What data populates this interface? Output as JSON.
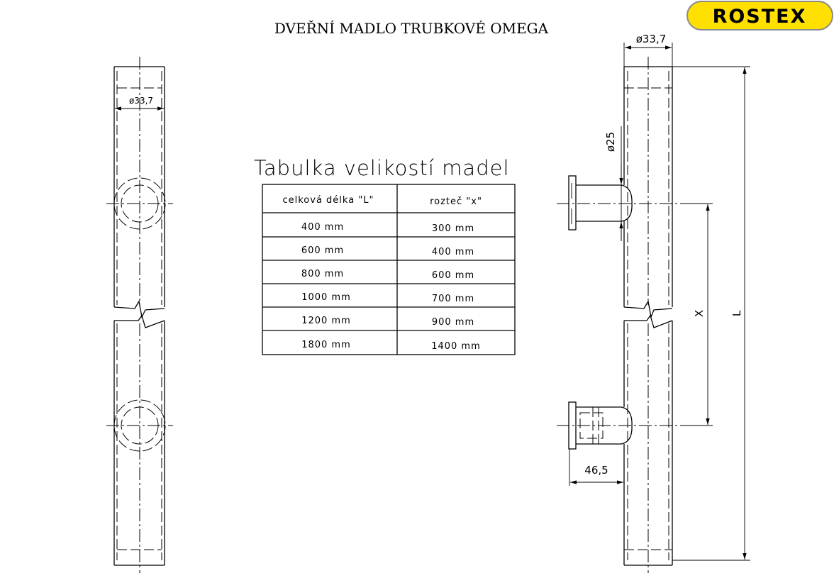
{
  "title": "DVEŘNÍ MADLO TRUBKOVÉ OMEGA",
  "logo": {
    "text": "ROSTEX",
    "bg": "#ffe000",
    "fg": "#000000"
  },
  "table": {
    "title": "Tabulka velikostí madel",
    "headers": [
      "celková délka \"L\"",
      "rozteč \"x\""
    ],
    "rows": [
      [
        "400 mm",
        "300 mm"
      ],
      [
        "600 mm",
        "400 mm"
      ],
      [
        "800 mm",
        "600 mm"
      ],
      [
        "1000 mm",
        "700 mm"
      ],
      [
        "1200 mm",
        "900 mm"
      ],
      [
        "1800 mm",
        "1400 mm"
      ]
    ]
  },
  "dimensions": {
    "tube_diameter_front": "ø33,7",
    "tube_diameter_side": "ø33,7",
    "stud_diameter": "ø25",
    "stud_length": "46,5",
    "spacing": "X",
    "length": "L"
  }
}
